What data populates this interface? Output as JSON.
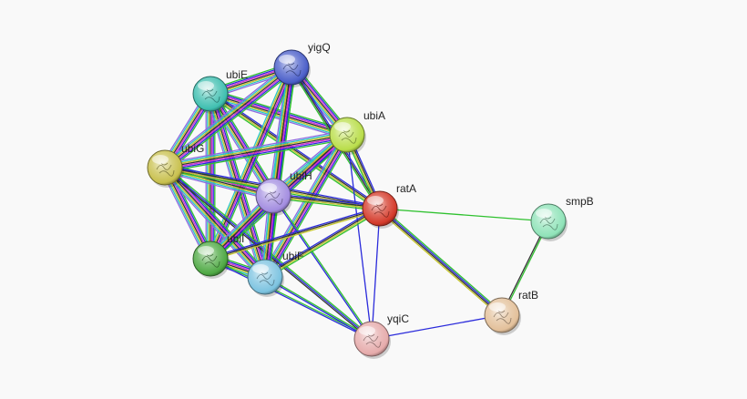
{
  "nodes": [
    {
      "id": "yigQ",
      "label": "yigQ",
      "color": "#4b5fc9"
    },
    {
      "id": "ubiE",
      "label": "ubiE",
      "color": "#3fbfb0"
    },
    {
      "id": "ubiA",
      "label": "ubiA",
      "color": "#b9dd4a"
    },
    {
      "id": "ubiG",
      "label": "ubiG",
      "color": "#c8c04e"
    },
    {
      "id": "ubiH",
      "label": "ubiH",
      "color": "#a38de0"
    },
    {
      "id": "ratA",
      "label": "ratA",
      "color": "#d43a2a"
    },
    {
      "id": "smpB",
      "label": "smpB",
      "color": "#8fe3b8"
    },
    {
      "id": "ubiI",
      "label": "ubiI",
      "color": "#4fa944"
    },
    {
      "id": "ubiF",
      "label": "ubiF",
      "color": "#7cc3e0"
    },
    {
      "id": "ratB",
      "label": "ratB",
      "color": "#e3c09a"
    },
    {
      "id": "yqiC",
      "label": "yqiC",
      "color": "#e6abab"
    }
  ],
  "edge_colors": {
    "green": "#2fc12f",
    "blue": "#2b2bdb",
    "magenta": "#d62bd6",
    "black": "#333333",
    "yellow": "#c6c62a",
    "cyan": "#2bc6c6",
    "violet": "#8e6ae0"
  },
  "edges": [
    {
      "from": "ubiE",
      "to": "yigQ",
      "types": [
        "green",
        "blue",
        "magenta",
        "black",
        "yellow",
        "cyan",
        "violet"
      ]
    },
    {
      "from": "ubiE",
      "to": "ubiA",
      "types": [
        "green",
        "blue",
        "magenta",
        "black",
        "yellow",
        "cyan",
        "violet"
      ]
    },
    {
      "from": "ubiE",
      "to": "ubiG",
      "types": [
        "green",
        "blue",
        "magenta",
        "black",
        "yellow",
        "cyan",
        "violet"
      ]
    },
    {
      "from": "ubiE",
      "to": "ubiH",
      "types": [
        "green",
        "blue",
        "magenta",
        "black",
        "yellow",
        "cyan",
        "violet"
      ]
    },
    {
      "from": "ubiE",
      "to": "ubiI",
      "types": [
        "green",
        "blue",
        "magenta",
        "black",
        "yellow",
        "cyan",
        "violet"
      ]
    },
    {
      "from": "ubiE",
      "to": "ubiF",
      "types": [
        "green",
        "blue",
        "magenta",
        "black",
        "yellow",
        "cyan",
        "violet"
      ]
    },
    {
      "from": "ubiE",
      "to": "ratA",
      "types": [
        "blue",
        "black",
        "yellow",
        "green"
      ]
    },
    {
      "from": "yigQ",
      "to": "ubiA",
      "types": [
        "green",
        "blue",
        "magenta",
        "black",
        "yellow",
        "cyan",
        "violet"
      ]
    },
    {
      "from": "yigQ",
      "to": "ubiG",
      "types": [
        "green",
        "blue",
        "magenta",
        "black",
        "yellow",
        "cyan",
        "violet"
      ]
    },
    {
      "from": "yigQ",
      "to": "ubiH",
      "types": [
        "green",
        "blue",
        "magenta",
        "black",
        "yellow",
        "cyan",
        "violet"
      ]
    },
    {
      "from": "yigQ",
      "to": "ubiI",
      "types": [
        "green",
        "blue",
        "magenta",
        "black",
        "yellow",
        "cyan"
      ]
    },
    {
      "from": "yigQ",
      "to": "ubiF",
      "types": [
        "green",
        "blue",
        "magenta",
        "black",
        "yellow",
        "cyan"
      ]
    },
    {
      "from": "yigQ",
      "to": "ratA",
      "types": [
        "blue",
        "black",
        "green"
      ]
    },
    {
      "from": "ubiA",
      "to": "ubiG",
      "types": [
        "green",
        "blue",
        "magenta",
        "black",
        "yellow",
        "cyan",
        "violet"
      ]
    },
    {
      "from": "ubiA",
      "to": "ubiH",
      "types": [
        "green",
        "blue",
        "magenta",
        "black",
        "yellow",
        "cyan",
        "violet"
      ]
    },
    {
      "from": "ubiA",
      "to": "ubiI",
      "types": [
        "green",
        "blue",
        "magenta",
        "black",
        "yellow",
        "cyan"
      ]
    },
    {
      "from": "ubiA",
      "to": "ubiF",
      "types": [
        "green",
        "blue",
        "magenta",
        "black",
        "yellow",
        "cyan",
        "violet"
      ]
    },
    {
      "from": "ubiA",
      "to": "ratA",
      "types": [
        "blue",
        "black",
        "yellow",
        "green"
      ]
    },
    {
      "from": "ubiA",
      "to": "yqiC",
      "types": [
        "blue"
      ]
    },
    {
      "from": "ubiG",
      "to": "ubiH",
      "types": [
        "green",
        "blue",
        "magenta",
        "black",
        "yellow",
        "cyan",
        "violet"
      ]
    },
    {
      "from": "ubiG",
      "to": "ubiI",
      "types": [
        "green",
        "blue",
        "magenta",
        "black",
        "yellow",
        "cyan",
        "violet"
      ]
    },
    {
      "from": "ubiG",
      "to": "ubiF",
      "types": [
        "green",
        "blue",
        "magenta",
        "black",
        "yellow",
        "cyan",
        "violet"
      ]
    },
    {
      "from": "ubiG",
      "to": "ratA",
      "types": [
        "blue",
        "black",
        "yellow",
        "green"
      ]
    },
    {
      "from": "ubiG",
      "to": "yqiC",
      "types": [
        "green",
        "blue",
        "black"
      ]
    },
    {
      "from": "ubiH",
      "to": "ubiI",
      "types": [
        "green",
        "blue",
        "magenta",
        "black",
        "yellow",
        "cyan",
        "violet"
      ]
    },
    {
      "from": "ubiH",
      "to": "ubiF",
      "types": [
        "green",
        "blue",
        "magenta",
        "black",
        "yellow",
        "cyan",
        "violet"
      ]
    },
    {
      "from": "ubiH",
      "to": "ratA",
      "types": [
        "blue",
        "black",
        "yellow",
        "green"
      ]
    },
    {
      "from": "ubiH",
      "to": "yqiC",
      "types": [
        "green",
        "blue"
      ]
    },
    {
      "from": "ubiI",
      "to": "ubiF",
      "types": [
        "green",
        "blue",
        "magenta",
        "black",
        "yellow",
        "cyan",
        "violet"
      ]
    },
    {
      "from": "ubiI",
      "to": "ratA",
      "types": [
        "blue",
        "black",
        "yellow"
      ]
    },
    {
      "from": "ubiI",
      "to": "yqiC",
      "types": [
        "green",
        "blue"
      ]
    },
    {
      "from": "ubiF",
      "to": "ratA",
      "types": [
        "blue",
        "black",
        "yellow",
        "green"
      ]
    },
    {
      "from": "ubiF",
      "to": "yqiC",
      "types": [
        "green",
        "blue"
      ]
    },
    {
      "from": "ratA",
      "to": "smpB",
      "types": [
        "green"
      ]
    },
    {
      "from": "ratA",
      "to": "ratB",
      "types": [
        "green",
        "blue",
        "black",
        "yellow"
      ]
    },
    {
      "from": "ratA",
      "to": "yqiC",
      "types": [
        "blue"
      ]
    },
    {
      "from": "smpB",
      "to": "ratB",
      "types": [
        "green",
        "black"
      ]
    },
    {
      "from": "yqiC",
      "to": "ratB",
      "types": [
        "blue"
      ]
    }
  ]
}
